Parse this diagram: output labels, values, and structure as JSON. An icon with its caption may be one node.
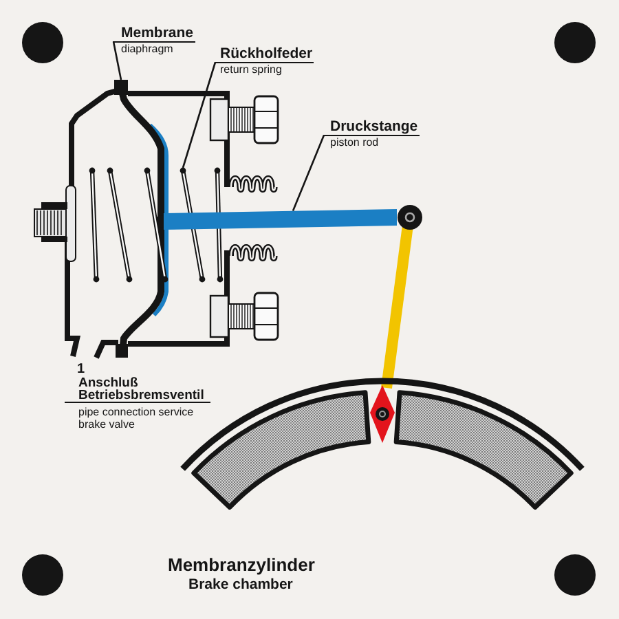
{
  "diagram": {
    "title": "Membranzylinder",
    "caption": "Brake chamber",
    "nodes": [
      {
        "text": [
          "Membrane",
          "diaphragm"
        ]
      },
      {
        "text": [
          "Rückholfeder",
          "return spring"
        ]
      },
      {
        "text": [
          "Druckstange",
          "piston rod"
        ]
      },
      {
        "text": [],
        "shape": "picture"
      },
      {
        "text": [],
        "shape": "picture"
      },
      {
        "text": [],
        "shape": "bar"
      }
    ],
    "edges": [
      {
        "from": 0,
        "to": 3,
        "arrow": "none"
      },
      {
        "from": 1,
        "to": 4,
        "arrow": "none"
      },
      {
        "from": 2,
        "to": 5,
        "arrow": "none"
      }
    ],
    "labels": [
      "1",
      "Anschluß Betriebsbremsventil",
      "pipe connection service brake valve"
    ]
  }
}
